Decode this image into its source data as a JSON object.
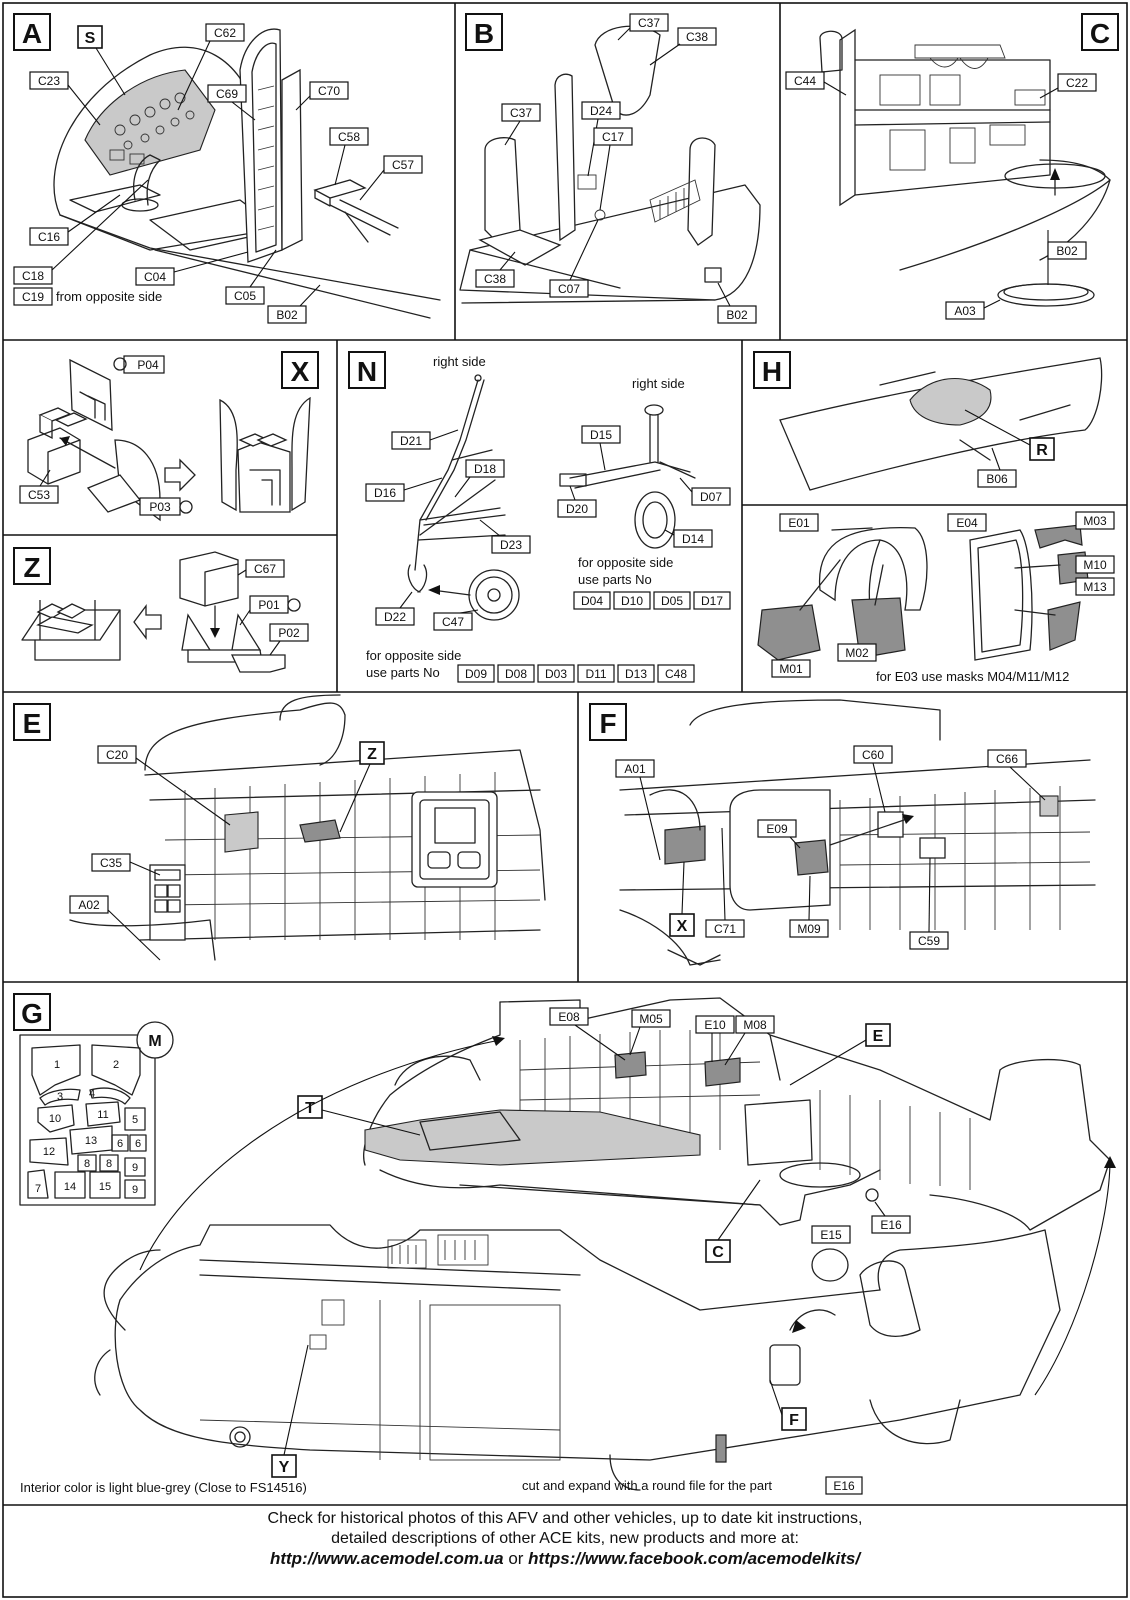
{
  "sections": {
    "A": "A",
    "B": "B",
    "C": "C",
    "X": "X",
    "N": "N",
    "H": "H",
    "Z": "Z",
    "E": "E",
    "F": "F",
    "G": "G"
  },
  "parts": {
    "C23": "C23",
    "C62": "C62",
    "C69": "C69",
    "C70": "C70",
    "C58": "C58",
    "C57": "C57",
    "C16": "C16",
    "C18": "C18",
    "C19": "C19",
    "C04": "C04",
    "C05": "C05",
    "B02": "B02",
    "C37": "C37",
    "C38": "C38",
    "D24": "D24",
    "C17": "C17",
    "C07": "C07",
    "C44": "C44",
    "C22": "C22",
    "A03": "A03",
    "P04": "P04",
    "C53": "C53",
    "P03": "P03",
    "D21": "D21",
    "D16": "D16",
    "D18": "D18",
    "D23": "D23",
    "D22": "D22",
    "C47": "C47",
    "D15": "D15",
    "D20": "D20",
    "D07": "D07",
    "D14": "D14",
    "D04": "D04",
    "D10": "D10",
    "D05": "D05",
    "D17": "D17",
    "D09": "D09",
    "D08": "D08",
    "D03": "D03",
    "D11": "D11",
    "D13": "D13",
    "C48": "C48",
    "B06": "B06",
    "E01": "E01",
    "E04": "E04",
    "M03": "M03",
    "M10": "M10",
    "M13": "M13",
    "M01": "M01",
    "M02": "M02",
    "C67": "C67",
    "P01": "P01",
    "P02": "P02",
    "C20": "C20",
    "C35": "C35",
    "A02": "A02",
    "A01": "A01",
    "C60": "C60",
    "C66": "C66",
    "E09": "E09",
    "C71": "C71",
    "M09": "M09",
    "C59": "C59",
    "E08": "E08",
    "M05": "M05",
    "E10": "E10",
    "M08": "M08",
    "E16": "E16",
    "E15": "E15"
  },
  "callouts": {
    "S": "S",
    "R": "R",
    "Z": "Z",
    "X": "X",
    "T": "T",
    "E": "E",
    "C": "C",
    "F": "F",
    "Y": "Y",
    "M": "M"
  },
  "text": {
    "from_opposite_side": "from opposite side",
    "right_side_1": "right side",
    "right_side_2": "right side",
    "opp_side_small_1": "for opposite side",
    "opp_side_small_2": "use parts No",
    "opp_side_big_1": "for opposite side",
    "opp_side_big_2": "use parts No",
    "e03_masks": "for E03 use masks M04/M11/M12",
    "interior_color": "Interior color is light blue-grey (Close to FS14516)",
    "cut_expand": "cut and expand with a round file for the part"
  },
  "mask_sheet": {
    "labels": [
      "1",
      "2",
      "3",
      "4",
      "10",
      "11",
      "5",
      "13",
      "12",
      "6",
      "6",
      "8",
      "8",
      "9",
      "7",
      "14",
      "15",
      "9"
    ]
  },
  "footer": {
    "line1": "Check for historical photos of this AFV and  other vehicles, up to date kit instructions,",
    "line2": "detailed descriptions of other ACE kits, new products and more at:",
    "url1": "http://www.acemodel.com.ua",
    "or": " or ",
    "url2": "https://www.facebook.com/acemodelkits/"
  },
  "colors": {
    "ink": "#111111",
    "mask_grey": "#8f8f8f",
    "light_grey": "#c9c9c9",
    "paper": "#ffffff"
  }
}
